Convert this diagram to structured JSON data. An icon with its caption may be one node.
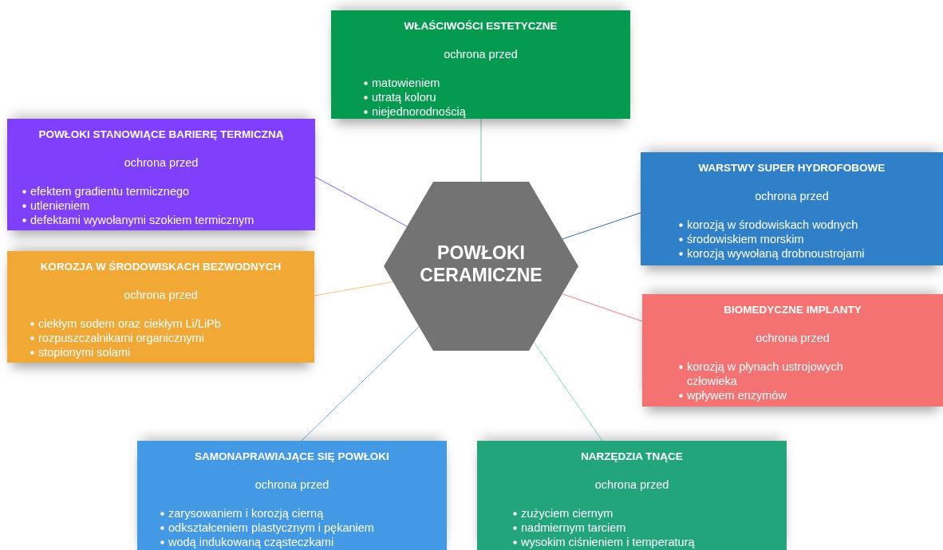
{
  "diagram": {
    "nodes": [
      {
        "text": [
          "POWŁOKI CERAMICZNE"
        ]
      },
      {
        "text": [
          "WŁAŚCIWOŚCI ESTETYCZNE",
          "ochrona przed",
          "matowieniem",
          "utratą koloru",
          "niejednorodnością"
        ]
      },
      {
        "text": [
          "POWŁOKI STANOWIĄCE BARIERĘ TERMICZNĄ",
          "ochrona przed",
          "efektem gradientu termicznego",
          "utlenieniem",
          "defektami wywołanymi szokiem termicznym"
        ]
      },
      {
        "text": [
          "WARSTWY SUPER HYDROFOBOWE",
          "ochrona przed",
          "korozją w środowiskach wodnych",
          "środowiskiem morskim",
          "korozją wywołaną drobnoustrojami"
        ]
      },
      {
        "text": [
          "KOROZJA W ŚRODOWISKACH BEZWODNYCH",
          "ochrona przed",
          "ciekłym sodem oraz ciekłym Li/LiPb",
          "rozpuszczalnikami organicznymi",
          "stopionymi solami"
        ]
      },
      {
        "text": [
          "BIOMEDYCZNE IMPLANTY",
          "ochrona przed",
          "korozją w płynach ustrojowych człowieka",
          "wpływem enzymów"
        ]
      },
      {
        "text": [
          "SAMONAPRAWIAJĄCE SIĘ POWŁOKI",
          "ochrona przed",
          "zarysowaniem i korozją cierną",
          "odkształceniem plastycznym i pękaniem",
          "wodą indukowaną cząsteczkami"
        ]
      },
      {
        "text": [
          "NARZĘDZIA TNĄCE",
          "ochrona przed",
          "zużyciem ciernym",
          "nadmiernym tarciem",
          "wysokim ciśnieniem i temperaturą"
        ]
      }
    ],
    "edges": [
      {
        "from": 0,
        "to": 1,
        "arrow": "none",
        "color": "#6fc3a0"
      },
      {
        "from": 0,
        "to": 2,
        "arrow": "none",
        "color": "#8c5cf5"
      },
      {
        "from": 0,
        "to": 3,
        "arrow": "none",
        "color": "#2b6aa6"
      },
      {
        "from": 0,
        "to": 4,
        "arrow": "none",
        "color": "#f5c27a"
      },
      {
        "from": 0,
        "to": 5,
        "arrow": "none",
        "color": "#f27b7b"
      },
      {
        "from": 0,
        "to": 6,
        "arrow": "none",
        "color": "#6aaee8"
      },
      {
        "from": 0,
        "to": 7,
        "arrow": "none",
        "color": "#7fdcc0"
      }
    ]
  }
}
